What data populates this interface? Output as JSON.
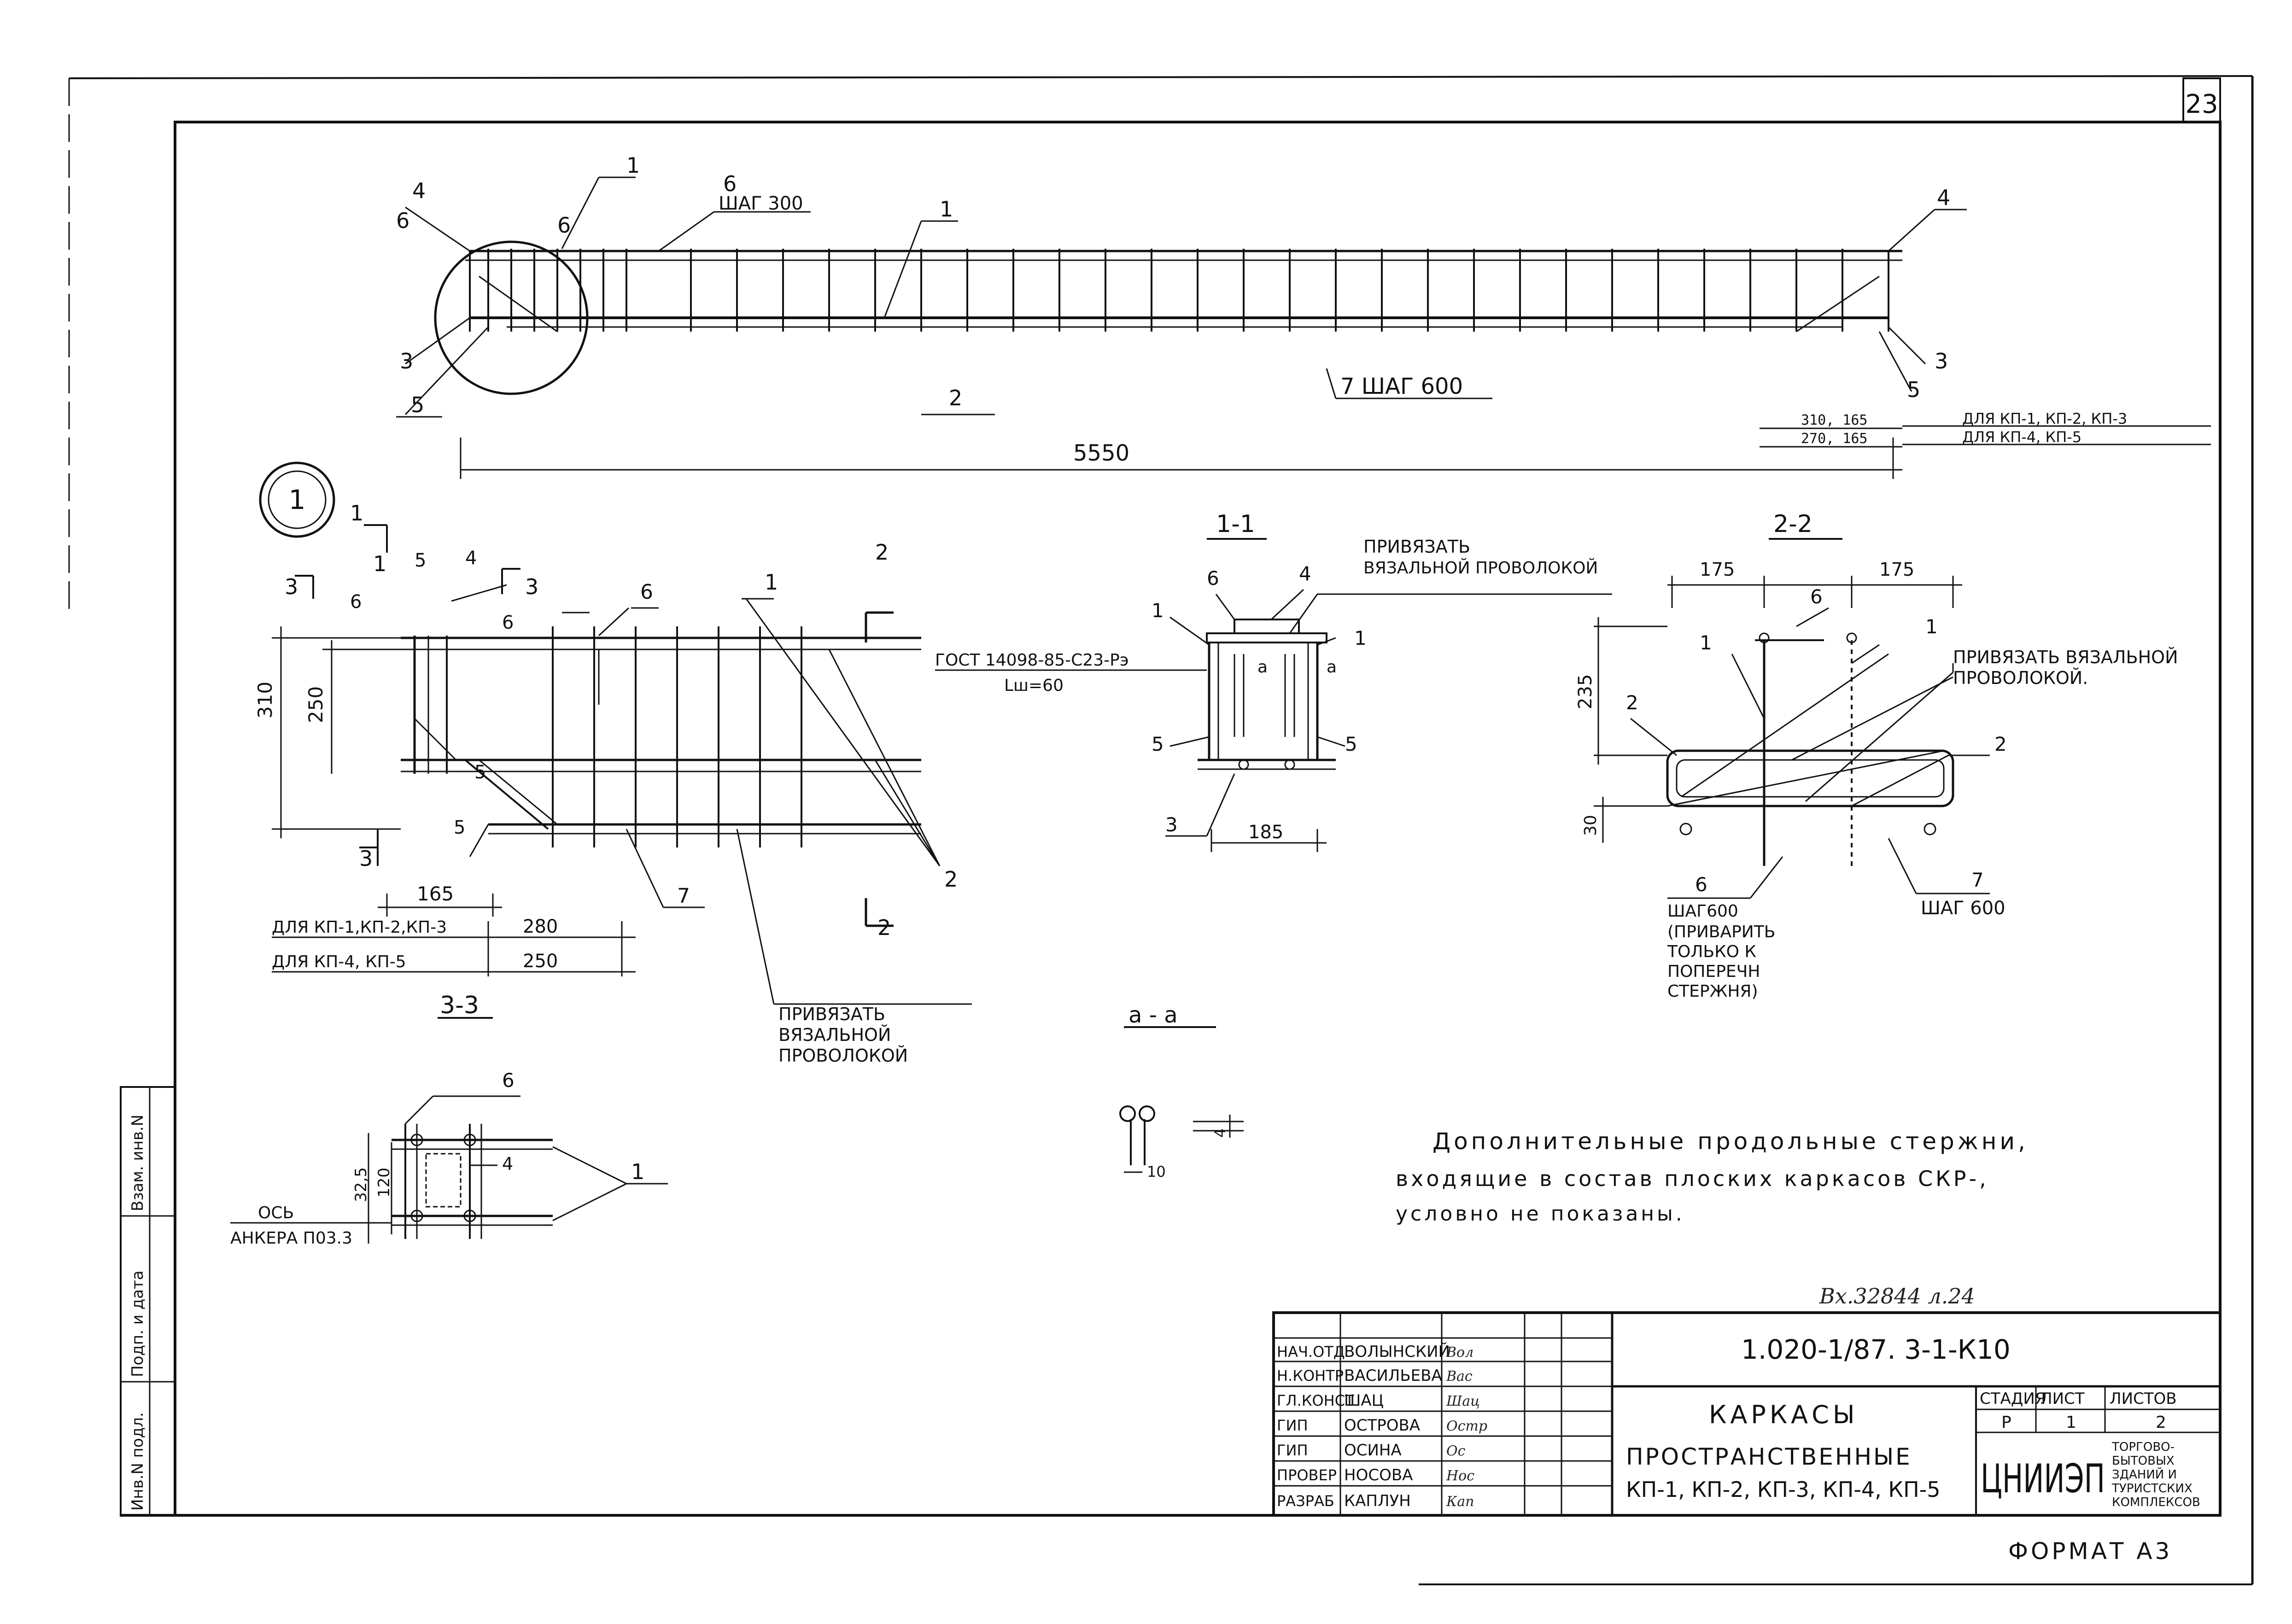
{
  "page_number": "23",
  "format_label": "ФОРМАТ А3",
  "registration_no": "Вх.32844 л.24",
  "elevation": {
    "callouts": [
      "1",
      "6",
      "ШАГ 300",
      "1",
      "4",
      "6",
      "6",
      "3",
      "5",
      "4",
      "3",
      "5",
      "2",
      "7 ШАГ 600"
    ],
    "length_dim": "5550",
    "end_dims": [
      "310, 165",
      "270, 165"
    ],
    "end_notes": [
      "ДЛЯ КП-1, КП-2, КП-3",
      "ДЛЯ КП-4, КП-5"
    ]
  },
  "detail_marker": "1",
  "section_3_3_plan": {
    "cut_marks": [
      "1",
      "1",
      "3",
      "3",
      "3",
      "2",
      "2"
    ],
    "callouts": [
      "5",
      "4",
      "6",
      "6",
      "6",
      "1",
      "5",
      "5",
      "7",
      "2"
    ],
    "dims": [
      "310",
      "250",
      "165"
    ],
    "weld_note": [
      "ГОСТ 14098-85-С23-Рэ",
      "Lш=60"
    ],
    "table_rows": [
      {
        "label": "ДЛЯ КП-1,КП-2,КП-3",
        "value": "280"
      },
      {
        "label": "ДЛЯ КП-4, КП-5",
        "value": "250"
      }
    ],
    "tie_note": [
      "ПРИВЯЗАТЬ",
      "ВЯЗАЛЬНОЙ",
      "ПРОВОЛОКОЙ"
    ]
  },
  "section_1_1": {
    "title": "1-1",
    "tie_note": [
      "ПРИВЯЗАТЬ",
      "ВЯЗАЛЬНОЙ ПРОВОЛОКОЙ"
    ],
    "callouts": [
      "6",
      "4",
      "1",
      "1",
      "5",
      "5",
      "3"
    ],
    "cut_labels": [
      "а",
      "а"
    ],
    "dim": "185"
  },
  "section_2_2": {
    "title": "2-2",
    "dims": [
      "175",
      "175",
      "235",
      "30"
    ],
    "callouts": [
      "6",
      "1",
      "1",
      "2",
      "2",
      "6",
      "7"
    ],
    "tie_note": [
      "ПРИВЯЗАТЬ ВЯЗАЛЬНОЙ",
      "ПРОВОЛОКОЙ."
    ],
    "step_6": [
      "ШАГ600",
      "(ПРИВАРИТЬ",
      "ТОЛЬКО К",
      "ПОПЕРЕЧН",
      "СТЕРЖНЯ)"
    ],
    "step_7": "ШАГ 600"
  },
  "section_3_3": {
    "title": "3-3",
    "callouts": [
      "6",
      "4",
      "1"
    ],
    "dims": [
      "32,5",
      "120"
    ],
    "axis_note": [
      "ОСЬ",
      "АНКЕРА П03.3"
    ]
  },
  "section_a_a": {
    "title": "а - а",
    "dims": [
      "10",
      "4"
    ]
  },
  "general_note": [
    "Дополнительные продольные стержни,",
    "входящие в состав плоских каркасов СКР-,",
    "условно не показаны."
  ],
  "side_stamp": [
    "Инв.N подл.",
    "Подп. и дата",
    "Взам. инв.N"
  ],
  "title_block": {
    "roles": [
      {
        "role": "НАЧ.ОТД",
        "name": "ВОЛЫНСКИЙ",
        "sign": "Вол"
      },
      {
        "role": "Н.КОНТР",
        "name": "ВАСИЛЬЕВА",
        "sign": "Вас"
      },
      {
        "role": "ГЛ.КОНСТ",
        "name": "ШАЦ",
        "sign": "Шац"
      },
      {
        "role": "ГИП",
        "name": "ОСТРОВА",
        "sign": "Остр"
      },
      {
        "role": "ГИП",
        "name": "ОСИНА",
        "sign": "Ос"
      },
      {
        "role": "ПРОВЕР",
        "name": "НОСОВА",
        "sign": "Нос"
      },
      {
        "role": "РАЗРАБ",
        "name": "КАПЛУН",
        "sign": "Кап"
      }
    ],
    "designation": "1.020-1/87. 3-1-К10",
    "title_lines": [
      "КАРКАСЫ",
      "ПРОСТРАНСТВЕННЫЕ",
      "КП-1, КП-2, КП-3, КП-4, КП-5"
    ],
    "stage_headers": [
      "СТАДИЯ",
      "ЛИСТ",
      "ЛИСТОВ"
    ],
    "stage_values": [
      "Р",
      "1",
      "2"
    ],
    "org_logo": "ЦНИИЭП",
    "org_text": [
      "ТОРГОВО-",
      "БЫТОВЫХ",
      "ЗДАНИЙ И",
      "ТУРИСТСКИХ",
      "КОМПЛЕКСОВ"
    ]
  }
}
